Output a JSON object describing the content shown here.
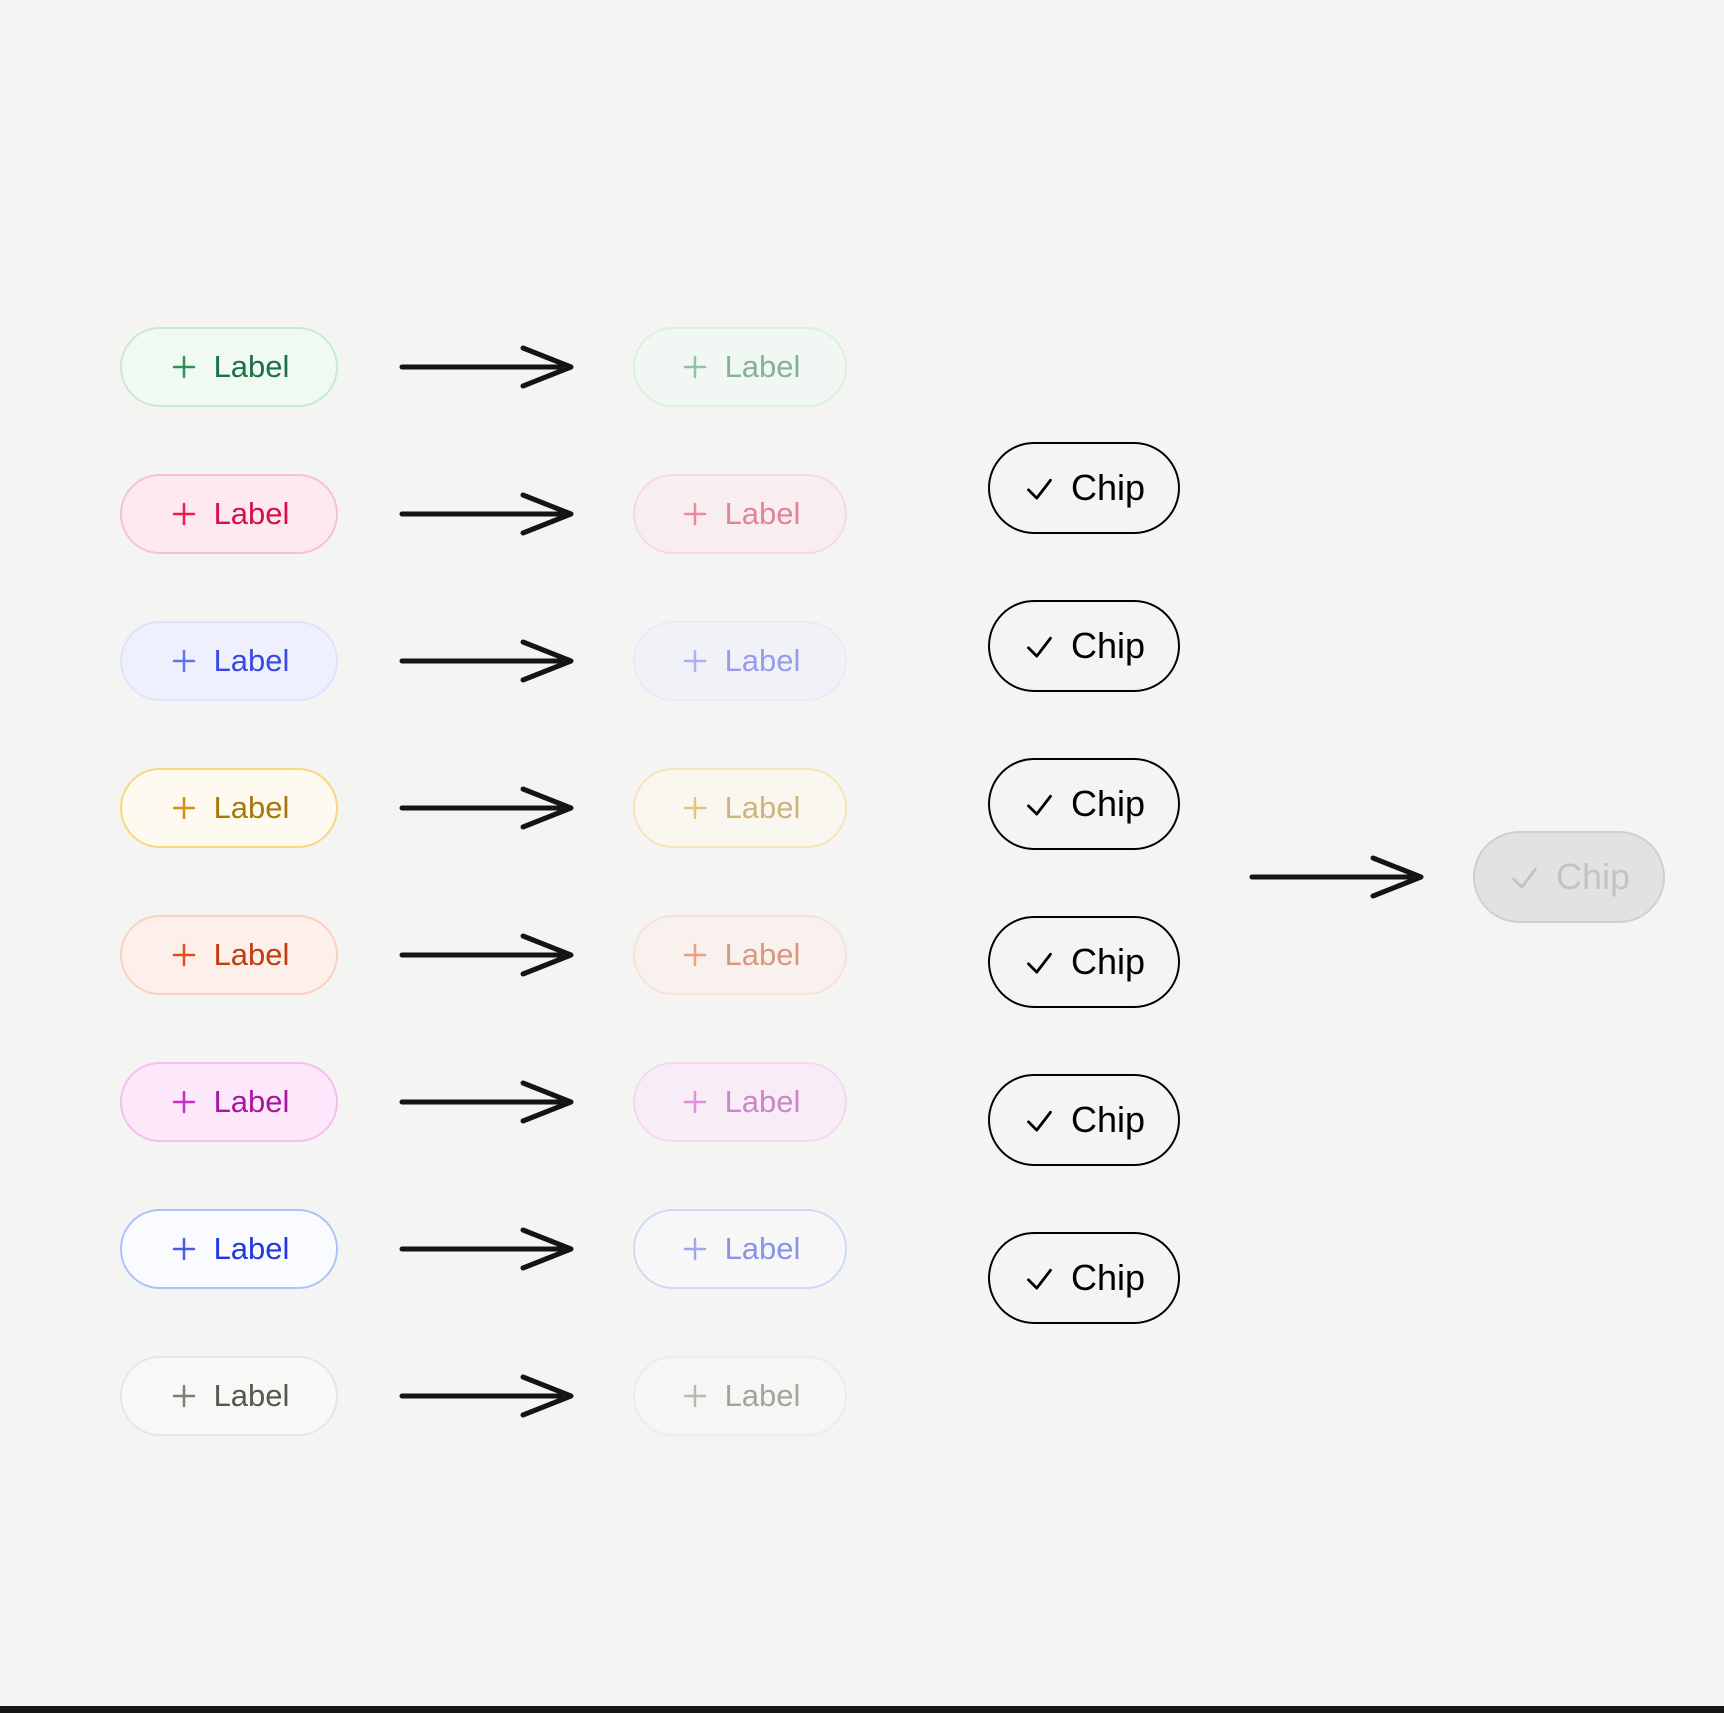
{
  "page": {
    "background": "#f4f4f2",
    "bottom_bar_color": "#161616"
  },
  "arrow": {
    "color": "#141414",
    "icon": "arrow-right-icon"
  },
  "icons": {
    "plus": "plus-icon",
    "check": "check-icon"
  },
  "label_rows": [
    {
      "id": "green",
      "label": "Label",
      "disabled_label": "Label",
      "colors": {
        "bg": "#f0faf3",
        "border": "#c5ebd2",
        "plus": "#2f9257",
        "text": "#1a7143"
      }
    },
    {
      "id": "pink",
      "label": "Label",
      "disabled_label": "Label",
      "colors": {
        "bg": "#fde9ef",
        "border": "#f9c0d1",
        "plus": "#ee1a52",
        "text": "#d31148"
      }
    },
    {
      "id": "indigo",
      "label": "Label",
      "disabled_label": "Label",
      "colors": {
        "bg": "#eef1fd",
        "border": "#dde3fa",
        "plus": "#6472ee",
        "text": "#3a49e2"
      }
    },
    {
      "id": "gold",
      "label": "Label",
      "disabled_label": "Label",
      "colors": {
        "bg": "#fffaf0",
        "border": "#fbd580",
        "plus": "#cf9312",
        "text": "#a5780a"
      }
    },
    {
      "id": "orange",
      "label": "Label",
      "disabled_label": "Label",
      "colors": {
        "bg": "#fdefe9",
        "border": "#fad1c0",
        "plus": "#e54d16",
        "text": "#c23d0e"
      }
    },
    {
      "id": "magenta",
      "label": "Label",
      "disabled_label": "Label",
      "colors": {
        "bg": "#fce8fa",
        "border": "#f6bdf0",
        "plus": "#cc2cc6",
        "text": "#a816a0"
      }
    },
    {
      "id": "blue",
      "label": "Label",
      "disabled_label": "Label",
      "colors": {
        "bg": "#fafbff",
        "border": "#a8c4f8",
        "plus": "#4a5ce9",
        "text": "#2337dc"
      }
    },
    {
      "id": "gray",
      "label": "Label",
      "disabled_label": "Label",
      "colors": {
        "bg": "#f8f8f6",
        "border": "#e6e6e3",
        "plus": "#7d7c76",
        "text": "#57564f"
      }
    }
  ],
  "chips": [
    {
      "id": "green",
      "label": "Chip",
      "colors": {
        "bg": "#f3faf5",
        "border": "#1f8b47",
        "text": "#1f8b47",
        "check": "#2f9257"
      }
    },
    {
      "id": "gray",
      "label": "Chip",
      "colors": {
        "bg": "#fbfbfa",
        "border": "#8d8d8b",
        "text": "#757573",
        "check": "#8d8d8b"
      }
    },
    {
      "id": "navy",
      "label": "Chip",
      "colors": {
        "bg": "#f5f7fd",
        "border": "#1834a3",
        "text": "#1834a3",
        "check": "#1834a3"
      }
    },
    {
      "id": "crimson",
      "label": "Chip",
      "colors": {
        "bg": "#fcecf1",
        "border": "#da1347",
        "text": "#da1347",
        "check": "#da1347"
      }
    },
    {
      "id": "gold",
      "label": "Chip",
      "colors": {
        "bg": "#fdf8eb",
        "border": "#bd8b10",
        "text": "#8f6c08",
        "check": "#c6930f"
      }
    },
    {
      "id": "blue",
      "label": "Chip",
      "colors": {
        "bg": "#e9f4fc",
        "border": "#1878bc",
        "text": "#1878bc",
        "check": "#1878bc"
      }
    }
  ],
  "disabled_chip": {
    "label": "Chip",
    "colors": {
      "bg": "#e2e2e0",
      "border": "#d0d0ce",
      "text": "#c3c3c1",
      "check": "#c3c3c1"
    }
  }
}
